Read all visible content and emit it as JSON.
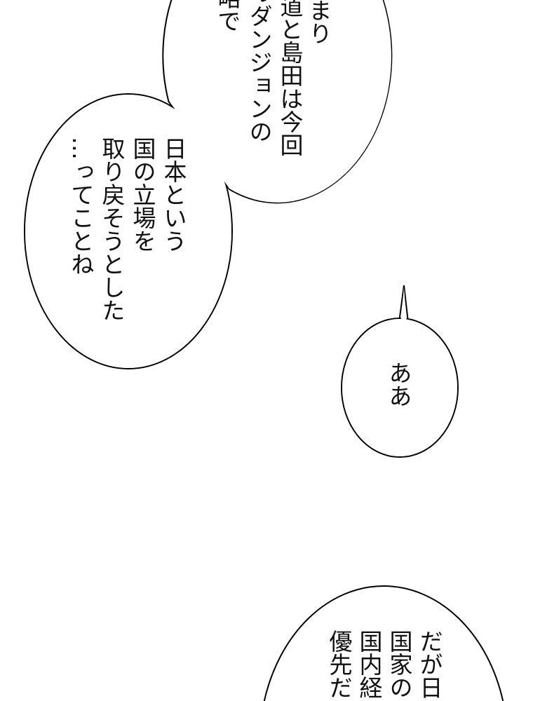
{
  "bubbles": [
    {
      "id": "top",
      "lines": [
        "まり",
        "道と島田は今回",
        "のダンジョンの",
        "略で"
      ]
    },
    {
      "id": "left",
      "lines": [
        "日本という",
        "国の立場を",
        "取り戻そうとした",
        "…ってことね"
      ]
    },
    {
      "id": "small",
      "lines": [
        "ああ"
      ]
    },
    {
      "id": "bottom",
      "lines": [
        "だが日",
        "国家の",
        "国内経",
        "優先だ"
      ]
    }
  ],
  "colors": {
    "background": "#ffffff",
    "ink": "#111111"
  }
}
